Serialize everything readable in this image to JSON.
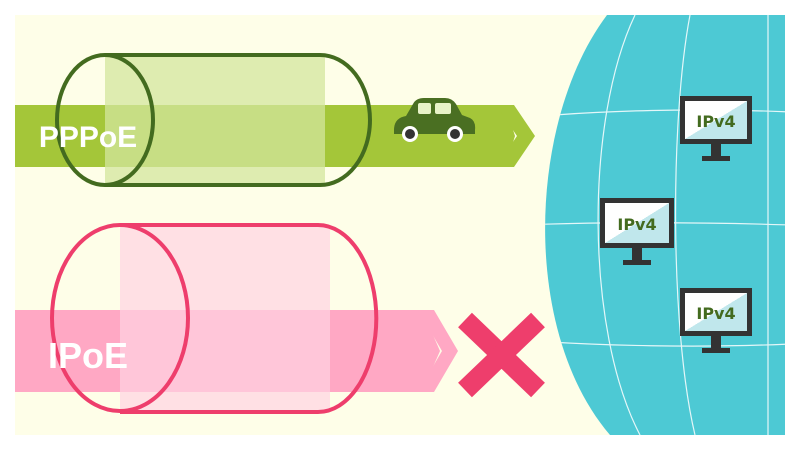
{
  "colors": {
    "page_bg": "#ffffff",
    "panel_bg": "#fefee8",
    "globe": "#4dc9d4",
    "globe_lines": "#ffffff",
    "green_band": "#a4c639",
    "green_tube_fill": "#d3e59e",
    "green_tube_stroke": "#436b1f",
    "car": "#4a6f22",
    "pink_band": "#ffa8c4",
    "pink_tube_fill": "#ffd3e2",
    "pink_tube_stroke": "#ee3e6c",
    "cross": "#ee3e6c",
    "monitor_frame": "#333333",
    "monitor_screen_light": "#ffffff",
    "monitor_screen_tint": "#c0e7ec",
    "monitor_text": "#436b1f"
  },
  "pppoe": {
    "label": "PPPoE",
    "car_icon": "car-icon",
    "arrow_icon": "double-chevron-right-icon"
  },
  "ipoe": {
    "label": "IPoE",
    "arrow_icon": "double-chevron-right-icon",
    "blocked_icon": "cross-icon"
  },
  "monitors": [
    {
      "label": "IPv4"
    },
    {
      "label": "IPv4"
    },
    {
      "label": "IPv4"
    }
  ]
}
